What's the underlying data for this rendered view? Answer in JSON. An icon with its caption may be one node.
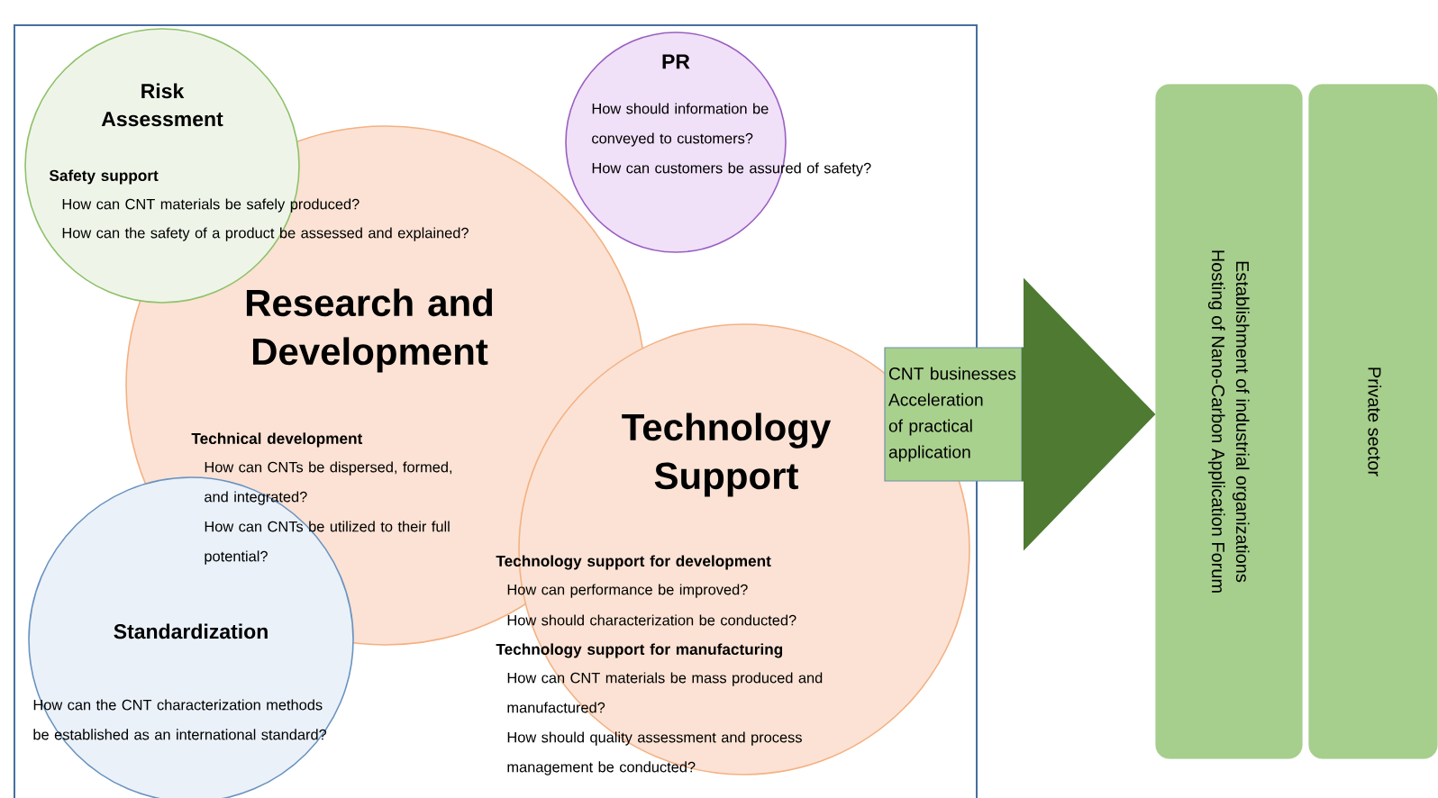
{
  "diagram": {
    "nodes": [
      {
        "text": [
          "Risk Assessment",
          "Safety support",
          "How can CNT materials be safely produced?",
          "How can the safety of a product be assessed and explained?"
        ]
      },
      {
        "text": [
          "PR",
          "How should information be conveyed to customers?",
          "How can customers be assured of safety?"
        ]
      },
      {
        "text": [
          "Research and Development",
          "Technical development",
          "How can CNTs be dispersed, formed, and integrated?",
          "How can CNTs be utilized to their full potential?"
        ]
      },
      {
        "text": [
          "Technology Support",
          "Technology support for development",
          "How can performance be improved?",
          "How should characterization be conducted?",
          "Technology support for manufacturing",
          "How can CNT materials be mass produced and manufactured?",
          "How should quality assessment and process management be conducted?"
        ]
      },
      {
        "text": [
          "Standardization",
          "How can the CNT characterization methods be established as an international standard?"
        ]
      },
      {
        "text": [
          "CNT businesses",
          "Acceleration of practical application"
        ]
      },
      {
        "text": [
          "Establishment of industrial organizations",
          "Hosting of Nano-Carbon Application Forum"
        ]
      },
      {
        "text": [
          "Private sector"
        ]
      }
    ],
    "edges": [
      {
        "from": 5,
        "to": 6,
        "arrow": "to"
      }
    ]
  }
}
